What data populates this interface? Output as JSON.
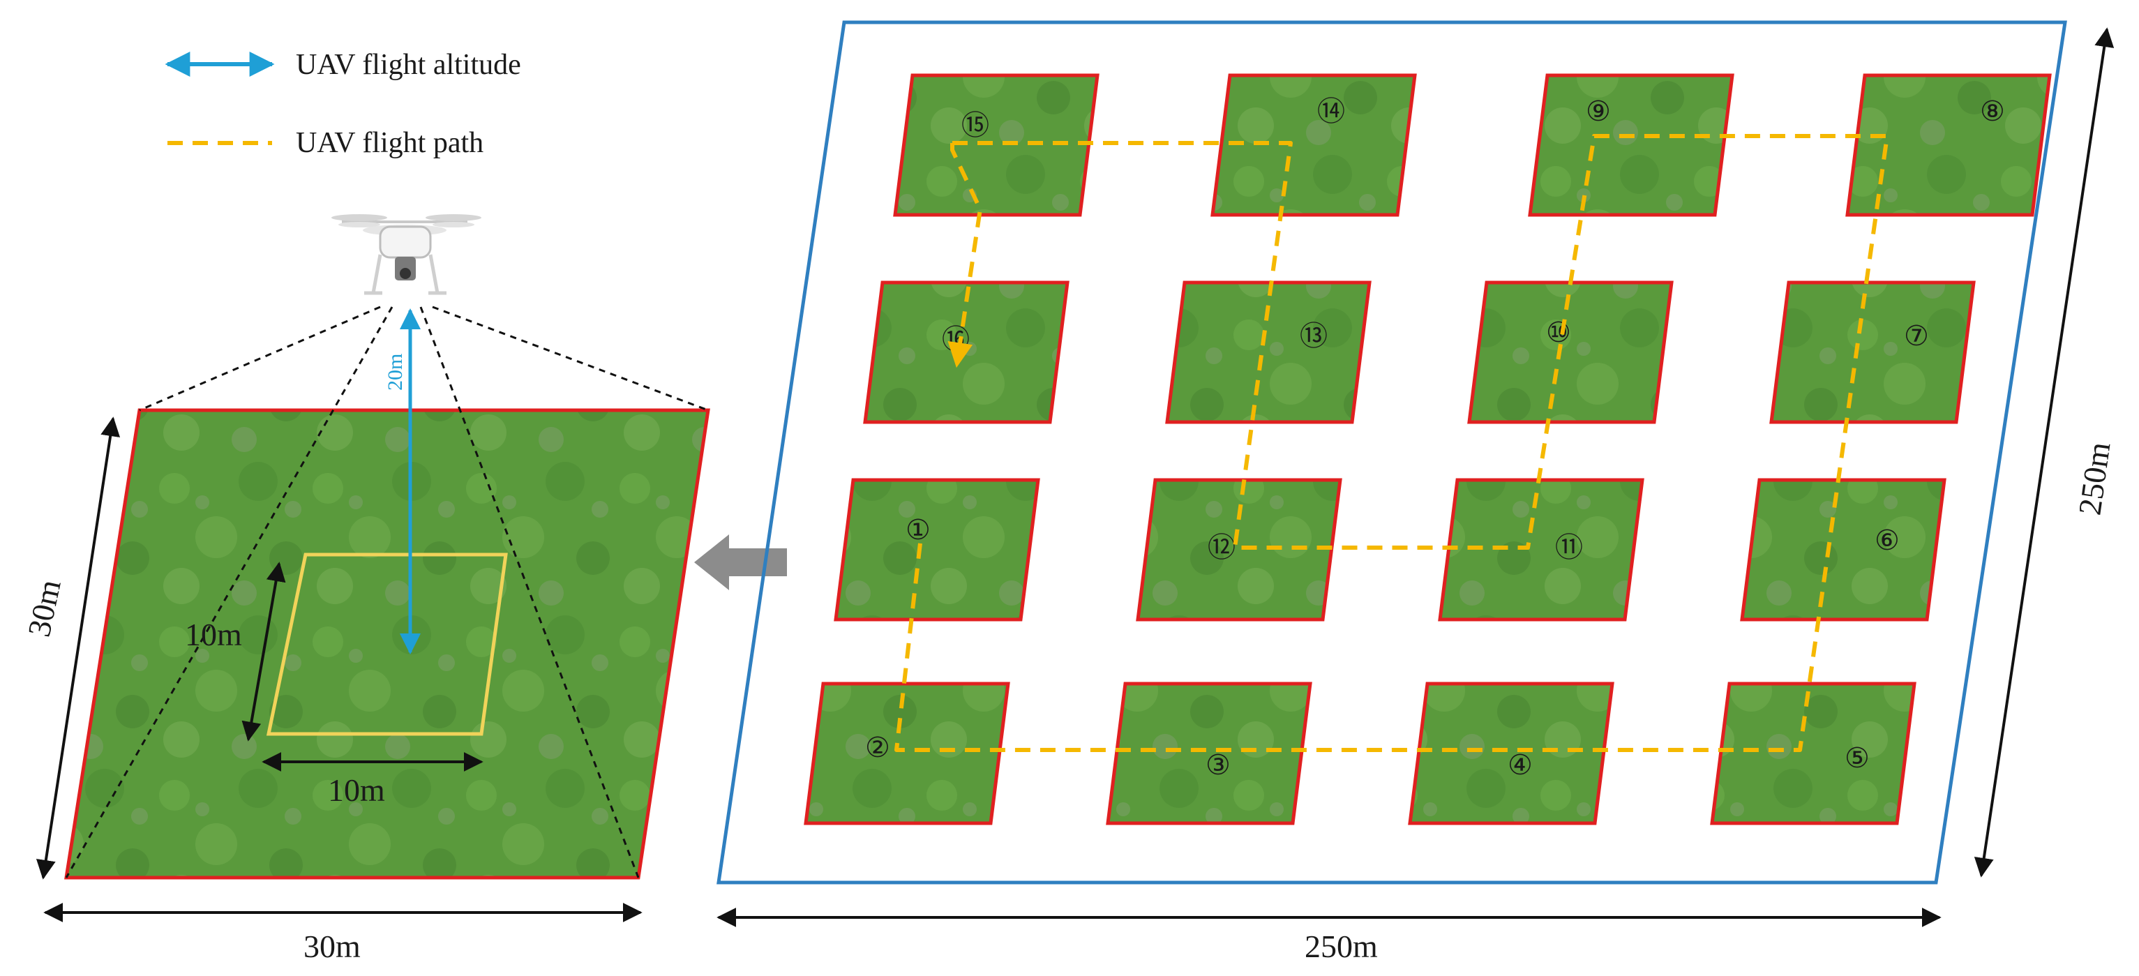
{
  "legend": {
    "altitude_label": "UAV flight altitude",
    "path_label": "UAV flight path"
  },
  "detail": {
    "altitude_label": "20m",
    "plot_width_label": "30m",
    "plot_height_label": "30m",
    "sample_width_label": "10m",
    "sample_height_label": "10m"
  },
  "site": {
    "width_label": "250m",
    "height_label": "250m"
  },
  "plots": [
    {
      "label": "⑮"
    },
    {
      "label": "⑭"
    },
    {
      "label": "⑨"
    },
    {
      "label": "⑧"
    },
    {
      "label": "⑯"
    },
    {
      "label": "⑬"
    },
    {
      "label": "⑩"
    },
    {
      "label": "⑦"
    },
    {
      "label": "①"
    },
    {
      "label": "⑫"
    },
    {
      "label": "⑪"
    },
    {
      "label": "⑥"
    },
    {
      "label": "②"
    },
    {
      "label": "③"
    },
    {
      "label": "④"
    },
    {
      "label": "⑤"
    }
  ],
  "colors": {
    "site_border": "#2f7fc0",
    "plot_border": "#e02020",
    "path": "#f5b800",
    "altitude_arrow": "#1f9fd6",
    "sample_border": "#f1d35a",
    "grass": "#5f9a3e"
  }
}
